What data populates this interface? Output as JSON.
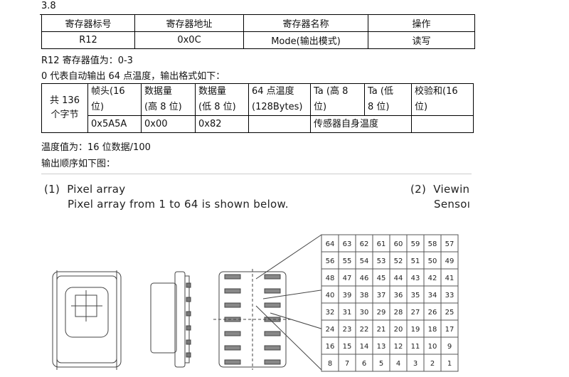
{
  "section_number": "3.8",
  "table1": {
    "headers": [
      "寄存器标号",
      "寄存器地址",
      "寄存器名称",
      "操作"
    ],
    "row": [
      "R12",
      "0x0C",
      "Mode(输出模式)",
      "读写"
    ]
  },
  "line1": "R12 寄存器值为：0-3",
  "line2": "0 代表自动输出 64 点温度，输出格式如下：",
  "table2": {
    "first_cell": "共 136\n个字节",
    "headers": [
      "帧头(16\n位)",
      "数据量\n(高 8 位)",
      "数据量\n(低 8 位)",
      "64 点温度\n(128Bytes)",
      "Ta (高 8\n位)",
      "Ta (低\n8 位)",
      "校验和(16\n位)"
    ],
    "values": [
      "0x5A5A",
      "0x00",
      "0x82",
      "",
      "传感器自身温度",
      "",
      ""
    ]
  },
  "line3": "温度值为：16 位数据/100",
  "line4": "输出顺序如下图：",
  "figure": {
    "label1": "(1)  Pixel array",
    "caption1": "Pixel array from 1 to 64 is shown below.",
    "label2": "(2)  Viewin",
    "caption2": "Sensoı",
    "pixel_grid": [
      [
        "64",
        "63",
        "62",
        "61",
        "60",
        "59",
        "58",
        "57"
      ],
      [
        "56",
        "55",
        "54",
        "53",
        "52",
        "51",
        "50",
        "49"
      ],
      [
        "48",
        "47",
        "46",
        "45",
        "44",
        "43",
        "42",
        "41"
      ],
      [
        "40",
        "39",
        "38",
        "37",
        "36",
        "35",
        "34",
        "33"
      ],
      [
        "32",
        "31",
        "30",
        "29",
        "28",
        "27",
        "26",
        "25"
      ],
      [
        "24",
        "23",
        "22",
        "21",
        "20",
        "19",
        "18",
        "17"
      ],
      [
        "16",
        "15",
        "14",
        "13",
        "12",
        "11",
        "10",
        "9"
      ],
      [
        "8",
        "7",
        "6",
        "5",
        "4",
        "3",
        "2",
        "1"
      ]
    ]
  }
}
